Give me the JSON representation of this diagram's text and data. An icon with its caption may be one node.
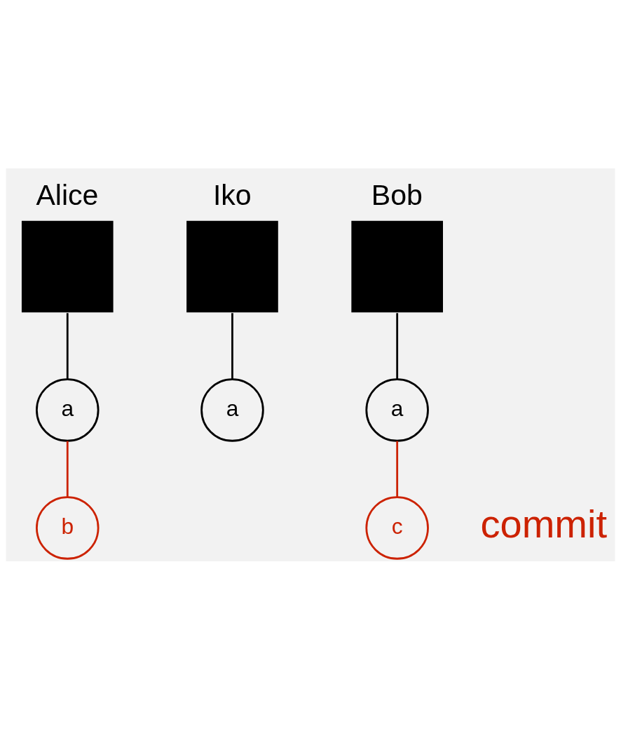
{
  "diagram": {
    "nodes": [
      {
        "text": [
          "Alice"
        ]
      },
      {
        "text": [
          "Iko"
        ]
      },
      {
        "text": [
          "Bob"
        ]
      },
      {
        "text": [
          "a"
        ]
      },
      {
        "text": [
          "a"
        ]
      },
      {
        "text": [
          "a"
        ]
      },
      {
        "text": [
          "b"
        ]
      },
      {
        "text": [
          "c"
        ]
      }
    ],
    "edges": [
      {
        "from": 0,
        "to": 3,
        "arrow": "none"
      },
      {
        "from": 1,
        "to": 4,
        "arrow": "none"
      },
      {
        "from": 2,
        "to": 5,
        "arrow": "none"
      },
      {
        "from": 3,
        "to": 6,
        "arrow": "none",
        "color": "#cc2200"
      },
      {
        "from": 5,
        "to": 7,
        "arrow": "none",
        "color": "#cc2200"
      }
    ],
    "labels": [
      "commit"
    ]
  }
}
